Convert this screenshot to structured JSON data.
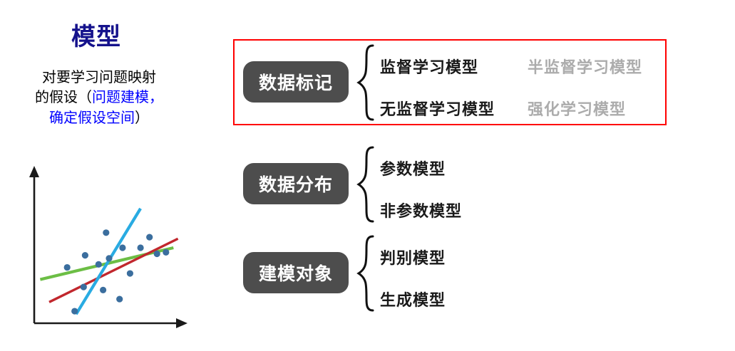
{
  "left": {
    "title": "模型",
    "title_color": "#15128C",
    "subtitle_line1": "对要学习问题映射",
    "subtitle_line2_plain_a": "的假设（",
    "subtitle_line2_highlight": "问题建模，",
    "subtitle_line3_highlight": "确定假设空间",
    "subtitle_line3_plain": "）",
    "highlight_color": "#0000FF"
  },
  "chart_data": {
    "type": "scatter",
    "title": "",
    "xlabel": "",
    "ylabel": "",
    "grid": false,
    "legend": "none",
    "xlim": [
      0,
      100
    ],
    "ylim": [
      0,
      100
    ],
    "point_color": "#3B6E9E",
    "point_radius": 4.6,
    "axis_color": "#1A1A1A",
    "points": [
      {
        "x": 22,
        "y": 37
      },
      {
        "x": 34,
        "y": 45
      },
      {
        "x": 33,
        "y": 24
      },
      {
        "x": 27,
        "y": 8
      },
      {
        "x": 43,
        "y": 39
      },
      {
        "x": 46,
        "y": 22
      },
      {
        "x": 48,
        "y": 60
      },
      {
        "x": 50,
        "y": 43
      },
      {
        "x": 59,
        "y": 50
      },
      {
        "x": 57,
        "y": 16
      },
      {
        "x": 64,
        "y": 33
      },
      {
        "x": 71,
        "y": 50
      },
      {
        "x": 77,
        "y": 57
      },
      {
        "x": 82,
        "y": 46
      },
      {
        "x": 88,
        "y": 47
      }
    ],
    "lines": [
      {
        "name": "green-fit",
        "color": "#6CBE45",
        "width": 4.2,
        "x0": 4,
        "y0": 29,
        "x1": 93,
        "y1": 50
      },
      {
        "name": "red-fit",
        "color": "#C1272D",
        "width": 3.4,
        "x0": 10,
        "y0": 14,
        "x1": 96,
        "y1": 56
      },
      {
        "name": "blue-fit",
        "color": "#29ABE2",
        "width": 4.2,
        "x0": 28,
        "y0": 6,
        "x1": 71,
        "y1": 76
      }
    ]
  },
  "diagram": {
    "highlight_border_color": "#FF0000",
    "pill_color": "#4D4D4D",
    "pill_text_color": "#FFFFFF",
    "branch_color": "#1A1A1A",
    "branch_alt_color": "#ACACAC",
    "groups": [
      {
        "pill_label": "数据标记",
        "highlighted": true,
        "branch_top": "监督学习模型",
        "branch_bottom": "无监督学习模型",
        "branch_alt_top": "半监督学习模型",
        "branch_alt_bottom": "强化学习模型"
      },
      {
        "pill_label": "数据分布",
        "highlighted": false,
        "branch_top": "参数模型",
        "branch_bottom": "非参数模型",
        "branch_alt_top": "",
        "branch_alt_bottom": ""
      },
      {
        "pill_label": "建模对象",
        "highlighted": false,
        "branch_top": "判别模型",
        "branch_bottom": "生成模型",
        "branch_alt_top": "",
        "branch_alt_bottom": ""
      }
    ]
  }
}
